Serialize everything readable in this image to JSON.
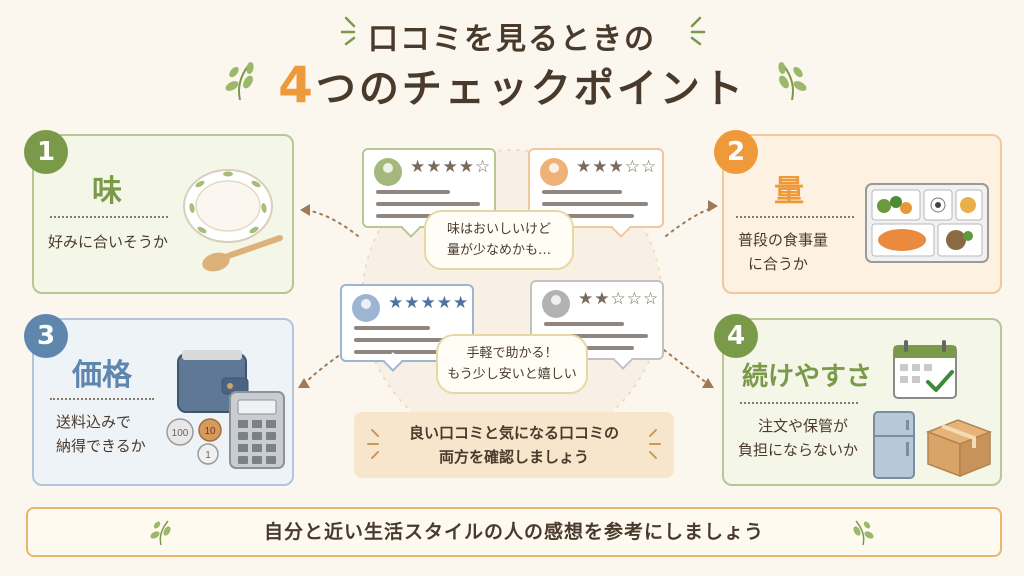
{
  "title": {
    "line1": "口コミを見るときの",
    "number": "4",
    "line2_rest": "つのチェックポイント"
  },
  "cards": [
    {
      "number": "1",
      "heading": "味",
      "desc_lines": [
        "好みに合いそうか"
      ],
      "accent": "#7a9a4a"
    },
    {
      "number": "2",
      "heading": "量",
      "desc_lines": [
        "普段の食事量",
        "に合うか"
      ],
      "accent": "#ef9a3a"
    },
    {
      "number": "3",
      "heading": "価格",
      "desc_lines": [
        "送料込みで",
        "納得できるか"
      ],
      "accent": "#5f86ad"
    },
    {
      "number": "4",
      "heading": "続けやすさ",
      "desc_lines": [
        "注文や保管が",
        "負担にならないか"
      ],
      "accent": "#7a9a4a"
    }
  ],
  "reviews": [
    {
      "stars": "★★★★☆",
      "color": "#a4b87e"
    },
    {
      "stars": "★★★☆☆",
      "color": "#f0b178"
    },
    {
      "stars": "★★★★★",
      "color": "#9db4d2"
    },
    {
      "stars": "★★☆☆☆",
      "color": "#b2b2b2"
    }
  ],
  "bubbles": {
    "top_lines": [
      "味はおいしいけど",
      "量が少なめかも…"
    ],
    "bottom_lines": [
      "手軽で助かる！",
      "もう少し安いと嬉しい"
    ]
  },
  "center_note_lines": [
    "良い口コミと気になる口コミの",
    "両方を確認しましょう"
  ],
  "footer": "自分と近い生活スタイルの人の感想を参考にしましょう",
  "coins": [
    "100",
    "10",
    "1"
  ],
  "colors": {
    "background": "#fbf6ee",
    "orange": "#ef9a3a",
    "green": "#7a9a4a",
    "blue": "#5f86ad",
    "text": "#4a3a2c"
  }
}
